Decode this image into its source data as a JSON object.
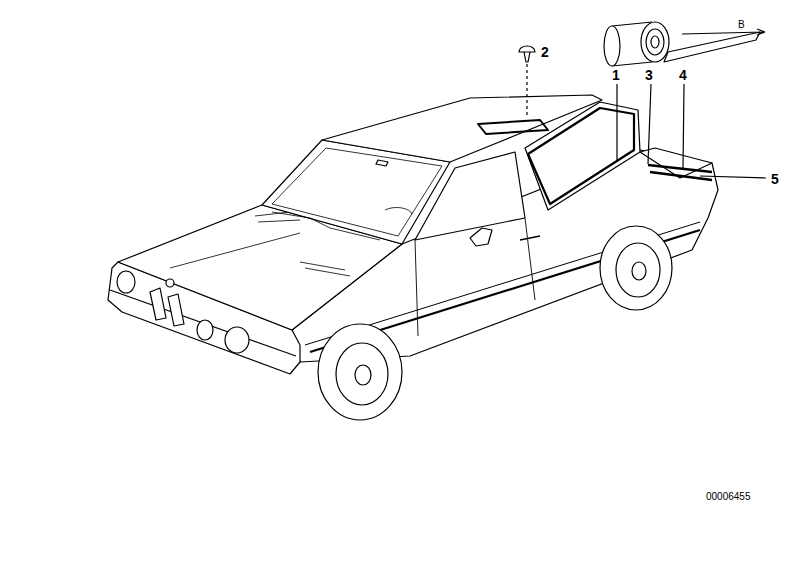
{
  "diagram": {
    "labels": [
      "B",
      "2",
      "1",
      "3",
      "4",
      "5",
      "00006455"
    ]
  }
}
